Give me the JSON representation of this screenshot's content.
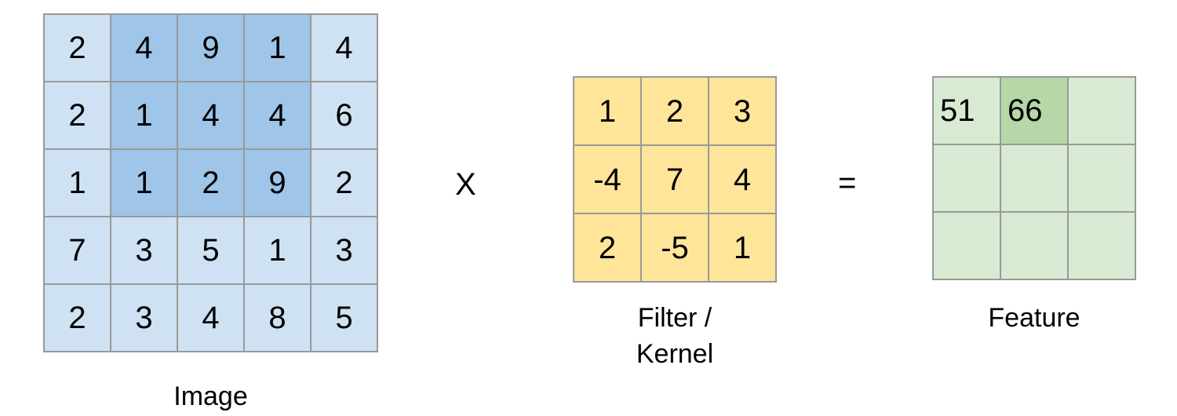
{
  "diagram": {
    "title": "Convolution operation: Image x Filter/Kernel = Feature",
    "operators": {
      "multiply": "X",
      "equals": "="
    },
    "colors": {
      "image_base": "#cfe2f3",
      "image_highlight": "#9fc5e8",
      "kernel_base": "#ffe599",
      "feature_base": "#d9ead3",
      "feature_highlight": "#b6d7a8",
      "grid_border": "#999999",
      "text": "#000000",
      "background": "#ffffff"
    },
    "image": {
      "caption": "Image",
      "rows": 5,
      "cols": 5,
      "values": [
        [
          "2",
          "4",
          "9",
          "1",
          "4"
        ],
        [
          "2",
          "1",
          "4",
          "4",
          "6"
        ],
        [
          "1",
          "1",
          "2",
          "9",
          "2"
        ],
        [
          "7",
          "3",
          "5",
          "1",
          "3"
        ],
        [
          "2",
          "3",
          "4",
          "8",
          "5"
        ]
      ],
      "highlight": {
        "row_start": 0,
        "row_end": 2,
        "col_start": 1,
        "col_end": 3,
        "values": [
          [
            "4",
            "9",
            "1"
          ],
          [
            "1",
            "4",
            "4"
          ],
          [
            "1",
            "2",
            "9"
          ]
        ]
      }
    },
    "kernel": {
      "caption": "Filter /\nKernel",
      "caption_line1": "Filter /",
      "caption_line2": "Kernel",
      "rows": 3,
      "cols": 3,
      "values": [
        [
          "1",
          "2",
          "3"
        ],
        [
          "-4",
          "7",
          "4"
        ],
        [
          "2",
          "-5",
          "1"
        ]
      ]
    },
    "feature": {
      "caption": "Feature",
      "rows": 3,
      "cols": 3,
      "values": [
        [
          "51",
          "66",
          ""
        ],
        [
          "",
          "",
          ""
        ],
        [
          "",
          "",
          ""
        ]
      ],
      "highlight": {
        "row": 0,
        "col": 1
      }
    }
  },
  "chart_data": {
    "type": "table",
    "title": "2D Convolution: Image x Filter/Kernel = Feature map",
    "matrices": [
      {
        "name": "Image",
        "shape": [
          5,
          5
        ],
        "values": [
          [
            2,
            4,
            9,
            1,
            4
          ],
          [
            2,
            1,
            4,
            4,
            6
          ],
          [
            1,
            1,
            2,
            9,
            2
          ],
          [
            7,
            3,
            5,
            1,
            3
          ],
          [
            2,
            3,
            4,
            8,
            5
          ]
        ],
        "highlighted_window": {
          "rows": [
            0,
            2
          ],
          "cols": [
            1,
            3
          ],
          "values": [
            [
              4,
              9,
              1
            ],
            [
              1,
              4,
              4
            ],
            [
              1,
              2,
              9
            ]
          ]
        }
      },
      {
        "name": "Filter / Kernel",
        "shape": [
          3,
          3
        ],
        "values": [
          [
            1,
            2,
            3
          ],
          [
            -4,
            7,
            4
          ],
          [
            2,
            -5,
            1
          ]
        ]
      },
      {
        "name": "Feature",
        "shape": [
          3,
          3
        ],
        "values": [
          [
            51,
            66,
            null
          ],
          [
            null,
            null,
            null
          ],
          [
            null,
            null,
            null
          ]
        ],
        "highlighted_cell": [
          0,
          1
        ]
      }
    ],
    "annotations": [
      "X",
      "="
    ]
  }
}
